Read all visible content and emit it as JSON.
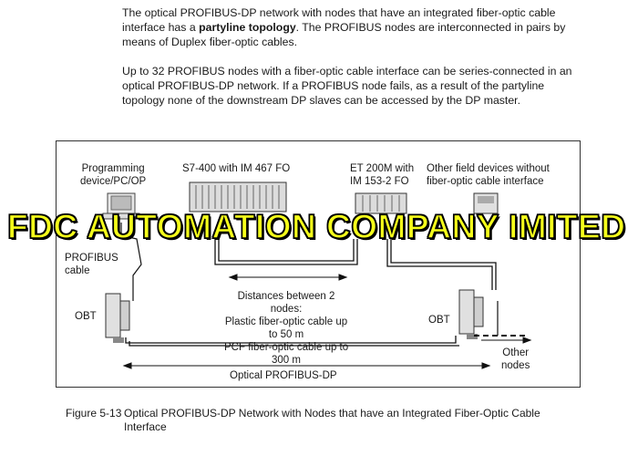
{
  "intro": {
    "p1_a": "The optical PROFIBUS-DP network with nodes that have an integrated fiber-optic cable interface has a ",
    "p1_bold": "partyline topology",
    "p1_b": ". The PROFIBUS nodes are interconnected in pairs by means of Duplex fiber-optic cables.",
    "p2": "Up to 32 PROFIBUS nodes with a fiber-optic cable interface can be series-connected in an optical PROFIBUS-DP network. If a PROFIBUS node fails, as a result of the partyline topology none of the downstream DP slaves can be accessed by the DP master."
  },
  "diagram": {
    "labels": {
      "programming": "Programming\ndevice/PC/OP",
      "s7": "S7-400 with IM 467 FO",
      "et200m": "ET 200M with\nIM 153-2 FO",
      "other_devices": "Other field devices without\nfiber-optic cable interface",
      "profibus_cable": "PROFIBUS\ncable",
      "obt_left": "OBT",
      "obt_right": "OBT",
      "distances": "Distances between 2\nnodes:\nPlastic fiber-optic cable up\nto 50 m\nPCF fiber-optic cable up to\n300 m",
      "optical_dp": "Optical PROFIBUS-DP",
      "other_nodes": "Other\nnodes"
    }
  },
  "watermark": "FDC AUTOMATION COMPANY IMITED",
  "caption": {
    "number": "Figure 5-13",
    "text": "Optical PROFIBUS-DP Network with Nodes that have an Integrated Fiber-Optic Cable Interface"
  }
}
